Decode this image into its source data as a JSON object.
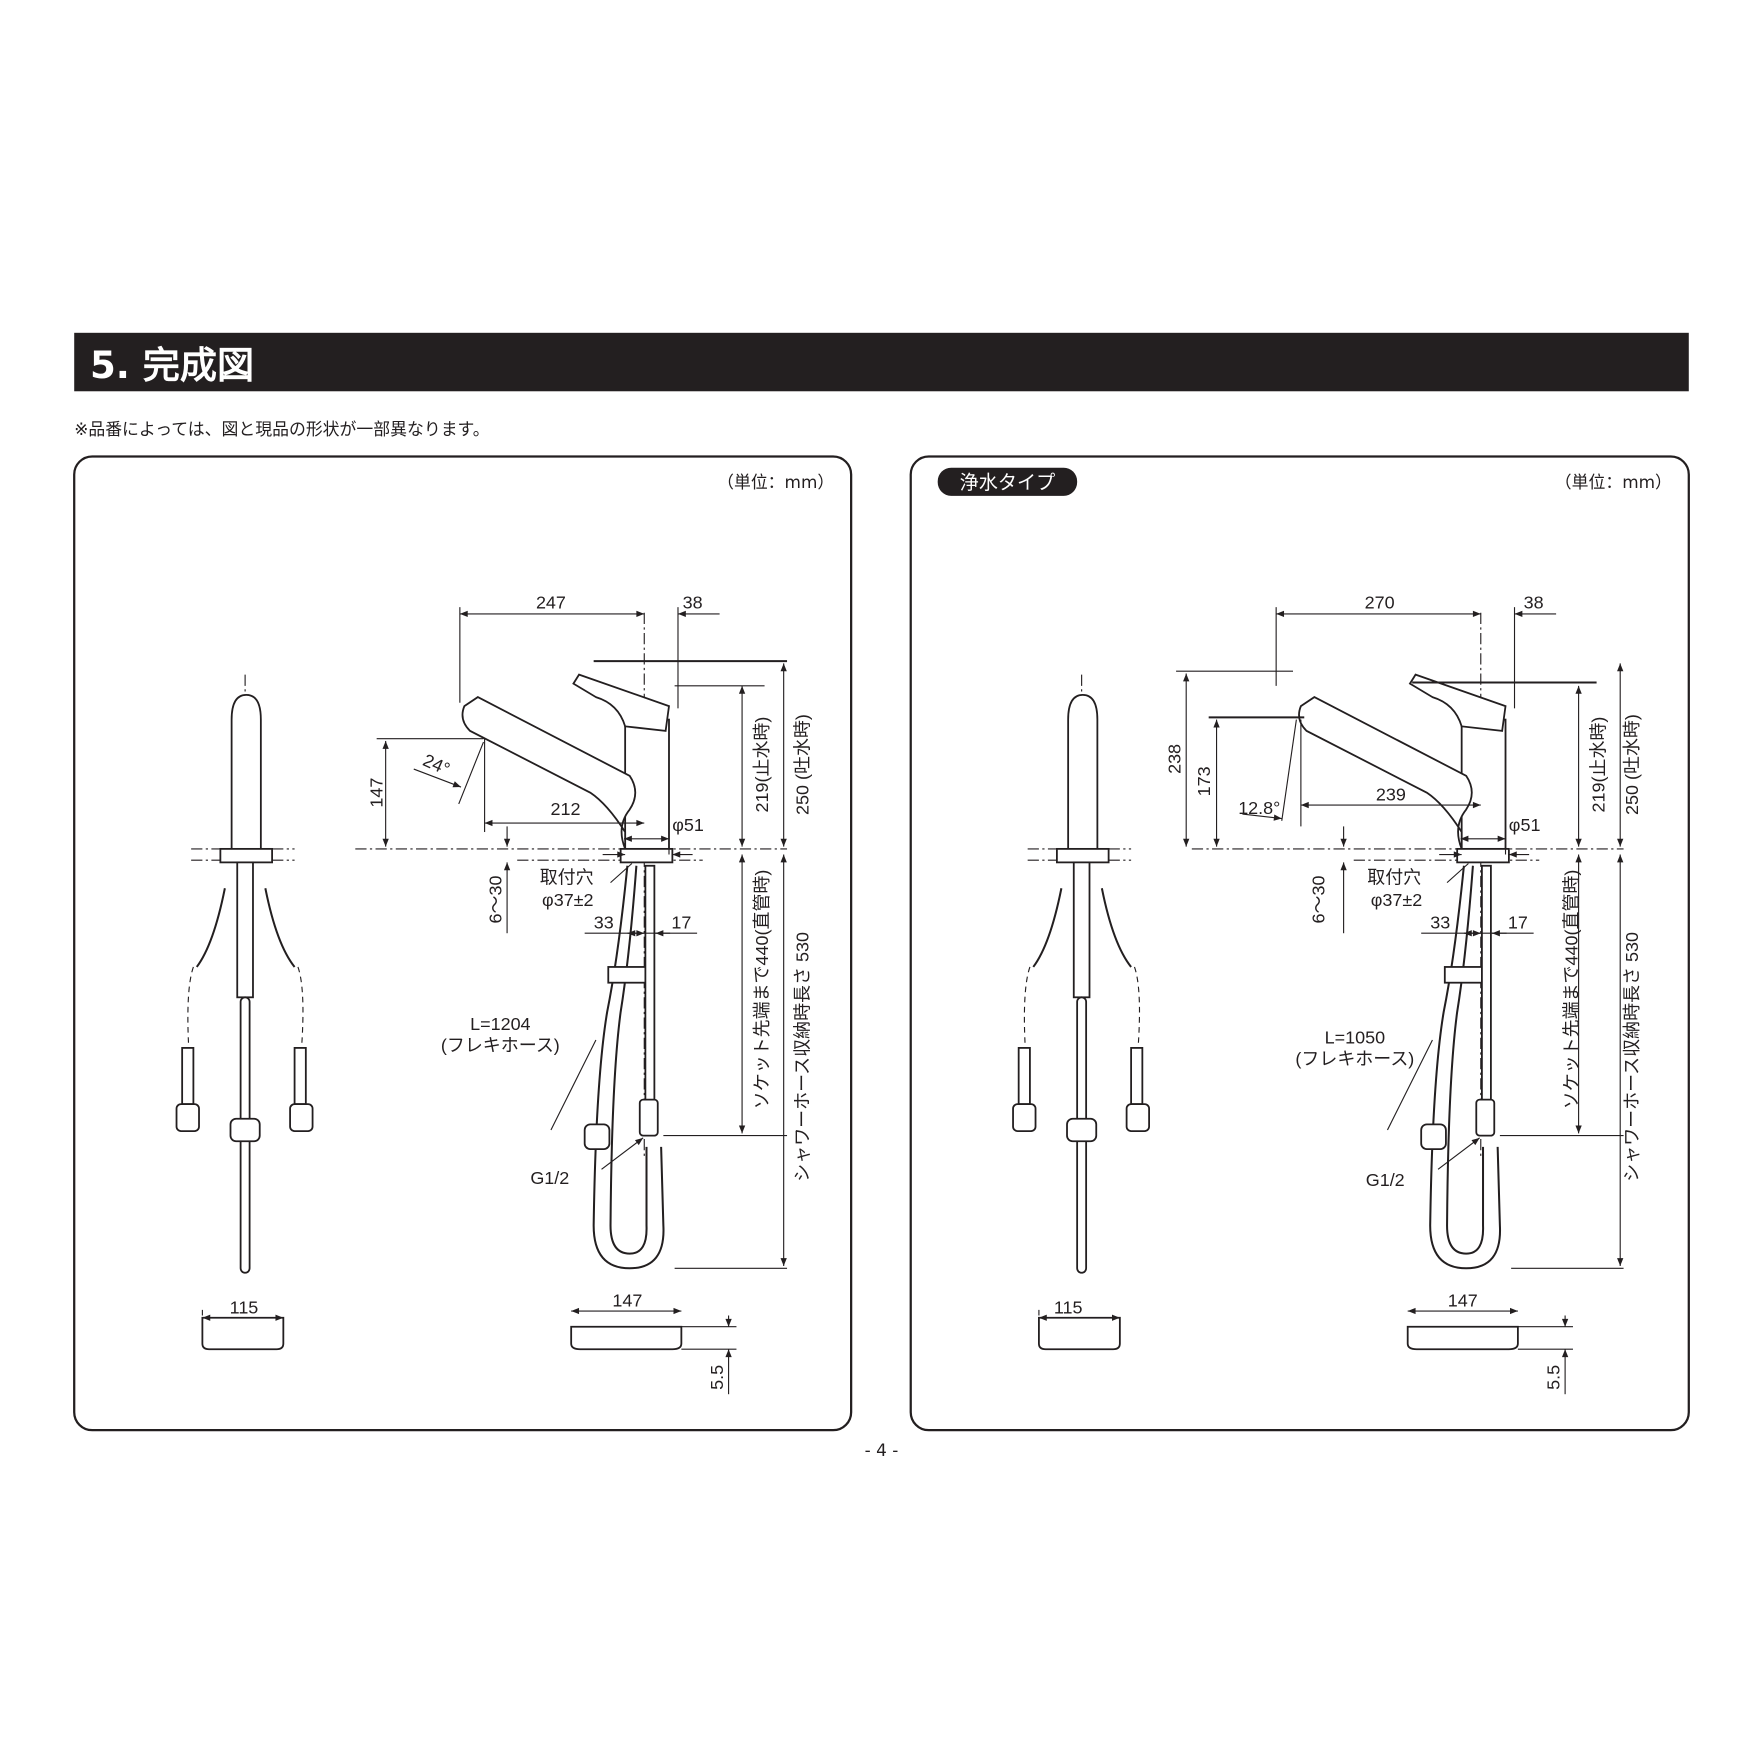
{
  "header": {
    "title": "5. 完成図",
    "bar_color": "#231f20"
  },
  "note": "※品番によっては、図と現品の形状が一部異なります。",
  "page_number": "- 4 -",
  "left_panel": {
    "unit": "（単位：mm）",
    "dims": {
      "spout_reach": "247",
      "lever_offset": "38",
      "spout_height": "147",
      "angle": "24°",
      "outlet_reach": "212",
      "body_dia": "φ51",
      "height_closed": "219(止水時)",
      "height_open": "250 (吐水時)",
      "counter_thickness": "6～30",
      "hole_label": "取付穴",
      "hole_dia": "φ37±2",
      "offset_33": "33",
      "offset_17": "17",
      "socket_length": "ソケット先端まで440(直管時)",
      "hose_stored": "シャワーホース収納時長さ 530",
      "hose_length": "L=1204",
      "hose_type": "(フレキホース)",
      "thread": "G1/2",
      "base_front": "115",
      "base_side": "147",
      "base_thickness": "5.5"
    }
  },
  "right_panel": {
    "badge": "浄水タイプ",
    "unit": "（単位：mm）",
    "dims": {
      "spout_reach": "270",
      "lever_offset": "38",
      "total_spout_height": "238",
      "spout_height": "173",
      "angle": "12.8°",
      "outlet_reach": "239",
      "body_dia": "φ51",
      "height_closed": "219(止水時)",
      "height_open": "250 (吐水時)",
      "counter_thickness": "6～30",
      "hole_label": "取付穴",
      "hole_dia": "φ37±2",
      "offset_33": "33",
      "offset_17": "17",
      "socket_length": "ソケット先端まで440(直管時)",
      "hose_stored": "シャワーホース収納時長さ 530",
      "hose_length": "L=1050",
      "hose_type": "(フレキホース)",
      "thread": "G1/2",
      "base_front": "115",
      "base_side": "147",
      "base_thickness": "5.5"
    }
  }
}
